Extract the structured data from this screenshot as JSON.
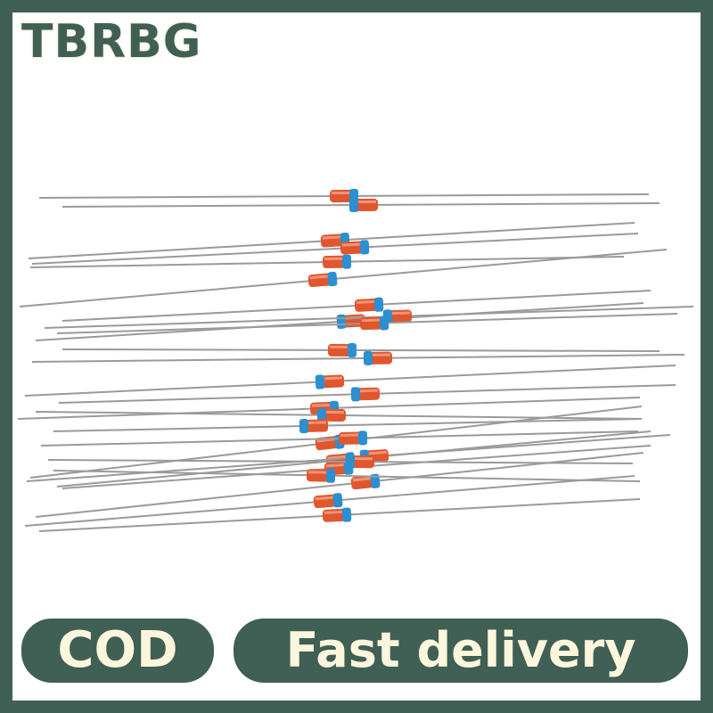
{
  "brand": {
    "name": "TBRBG"
  },
  "badges": {
    "cod": "COD",
    "fast_delivery": "Fast delivery"
  },
  "product": {
    "subject": "axial glass diodes",
    "count": 27
  },
  "colors": {
    "frame": "#405f55",
    "background": "#ffffff",
    "badge_text": "#fbf6dc",
    "diode_body": "#e0562e",
    "cathode_band": "#2b8fd0",
    "lead": "#9a9a9a"
  }
}
